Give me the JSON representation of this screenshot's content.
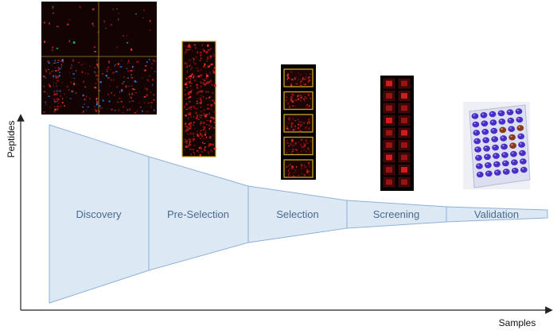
{
  "axes": {
    "y_label": "Peptides",
    "x_label": "Samples"
  },
  "stages": [
    {
      "label": "Discovery"
    },
    {
      "label": "Pre-Selection"
    },
    {
      "label": "Selection"
    },
    {
      "label": "Screening"
    },
    {
      "label": "Validation"
    }
  ],
  "colors": {
    "funnel_fill": "#dde8f5",
    "funnel_stroke": "#8fb1d8",
    "label_text": "#4a6a8e",
    "axis": "#222222",
    "array_background": "#140303",
    "spot_red": "#d21d1d",
    "frame_yellow": "#c8a624",
    "plate_purple": "#4a2ec7",
    "plate_well_brown": "#8b3a1f"
  },
  "images": [
    {
      "name": "discovery-array-image",
      "description_icon": "microarray-4-quadrant"
    },
    {
      "name": "preselection-array-image",
      "description_icon": "microarray-strip"
    },
    {
      "name": "selection-array-image",
      "description_icon": "microarray-5-field-slide"
    },
    {
      "name": "screening-array-image",
      "description_icon": "microarray-grid-slide"
    },
    {
      "name": "validation-plate-image",
      "description_icon": "microtiter-plate"
    }
  ]
}
